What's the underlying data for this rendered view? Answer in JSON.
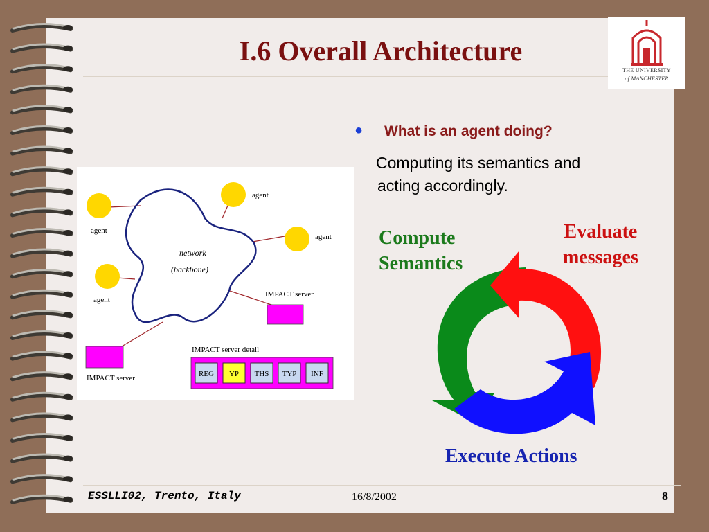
{
  "slide": {
    "title": "I.6 Overall Architecture",
    "logo": {
      "line1": "THE UNIVERSITY",
      "line2": "of MANCHESTER",
      "colors": {
        "building": "#c8282d"
      }
    },
    "bullet": {
      "question": "What is an agent doing?",
      "answer_line1": "Computing its semantics and",
      "answer_line2": "acting accordingly."
    },
    "network_diagram": {
      "agents": [
        "agent",
        "agent",
        "agent",
        "agent"
      ],
      "network_label_line1": "network",
      "network_label_line2": "(backbone)",
      "impact_server_labels": [
        "IMPACT server",
        "IMPACT server"
      ],
      "detail_title": "IMPACT server detail",
      "detail_boxes": [
        "REG",
        "YP",
        "THS",
        "TYP",
        "INF"
      ],
      "colors": {
        "agent": "#ffd700",
        "server": "#ff00ff",
        "network_outline": "#1a237e",
        "link": "#a0262a"
      }
    },
    "cycle": {
      "compute_line1": "Compute",
      "compute_line2": "Semantics",
      "evaluate_line1": "Evaluate",
      "evaluate_line2": "messages",
      "execute": "Execute Actions",
      "colors": {
        "green": "#0a8a1a",
        "red": "#ff1010",
        "blue": "#1010ff"
      }
    },
    "footer": {
      "left": "ESSLLI02, Trento, Italy",
      "date": "16/8/2002",
      "page": "8"
    }
  }
}
